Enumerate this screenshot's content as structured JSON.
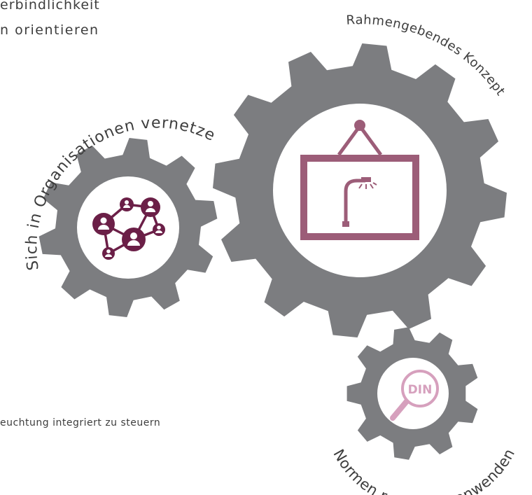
{
  "text_fragments": {
    "line1": "erbindlichkeit",
    "line2": "n  orientieren",
    "line3": "euchtung integriert zu steuern"
  },
  "gears": [
    {
      "id": "network",
      "label": "Sich in Organisationen vernetzen",
      "icon": "people-network-icon"
    },
    {
      "id": "frame",
      "label": "Rahmengebendes Konzept",
      "icon": "framed-street-lamp-icon"
    },
    {
      "id": "din",
      "label": "Normen reflektiert anwenden",
      "icon": "din-magnifier-icon",
      "icon_text": "DIN"
    }
  ],
  "colors": {
    "gear": "#7c7d80",
    "hub": "#ffffff",
    "network_icon": "#6b1f47",
    "frame_icon": "#9c5d78",
    "din_icon": "#d6a0bd",
    "text": "#3d3d3d"
  }
}
